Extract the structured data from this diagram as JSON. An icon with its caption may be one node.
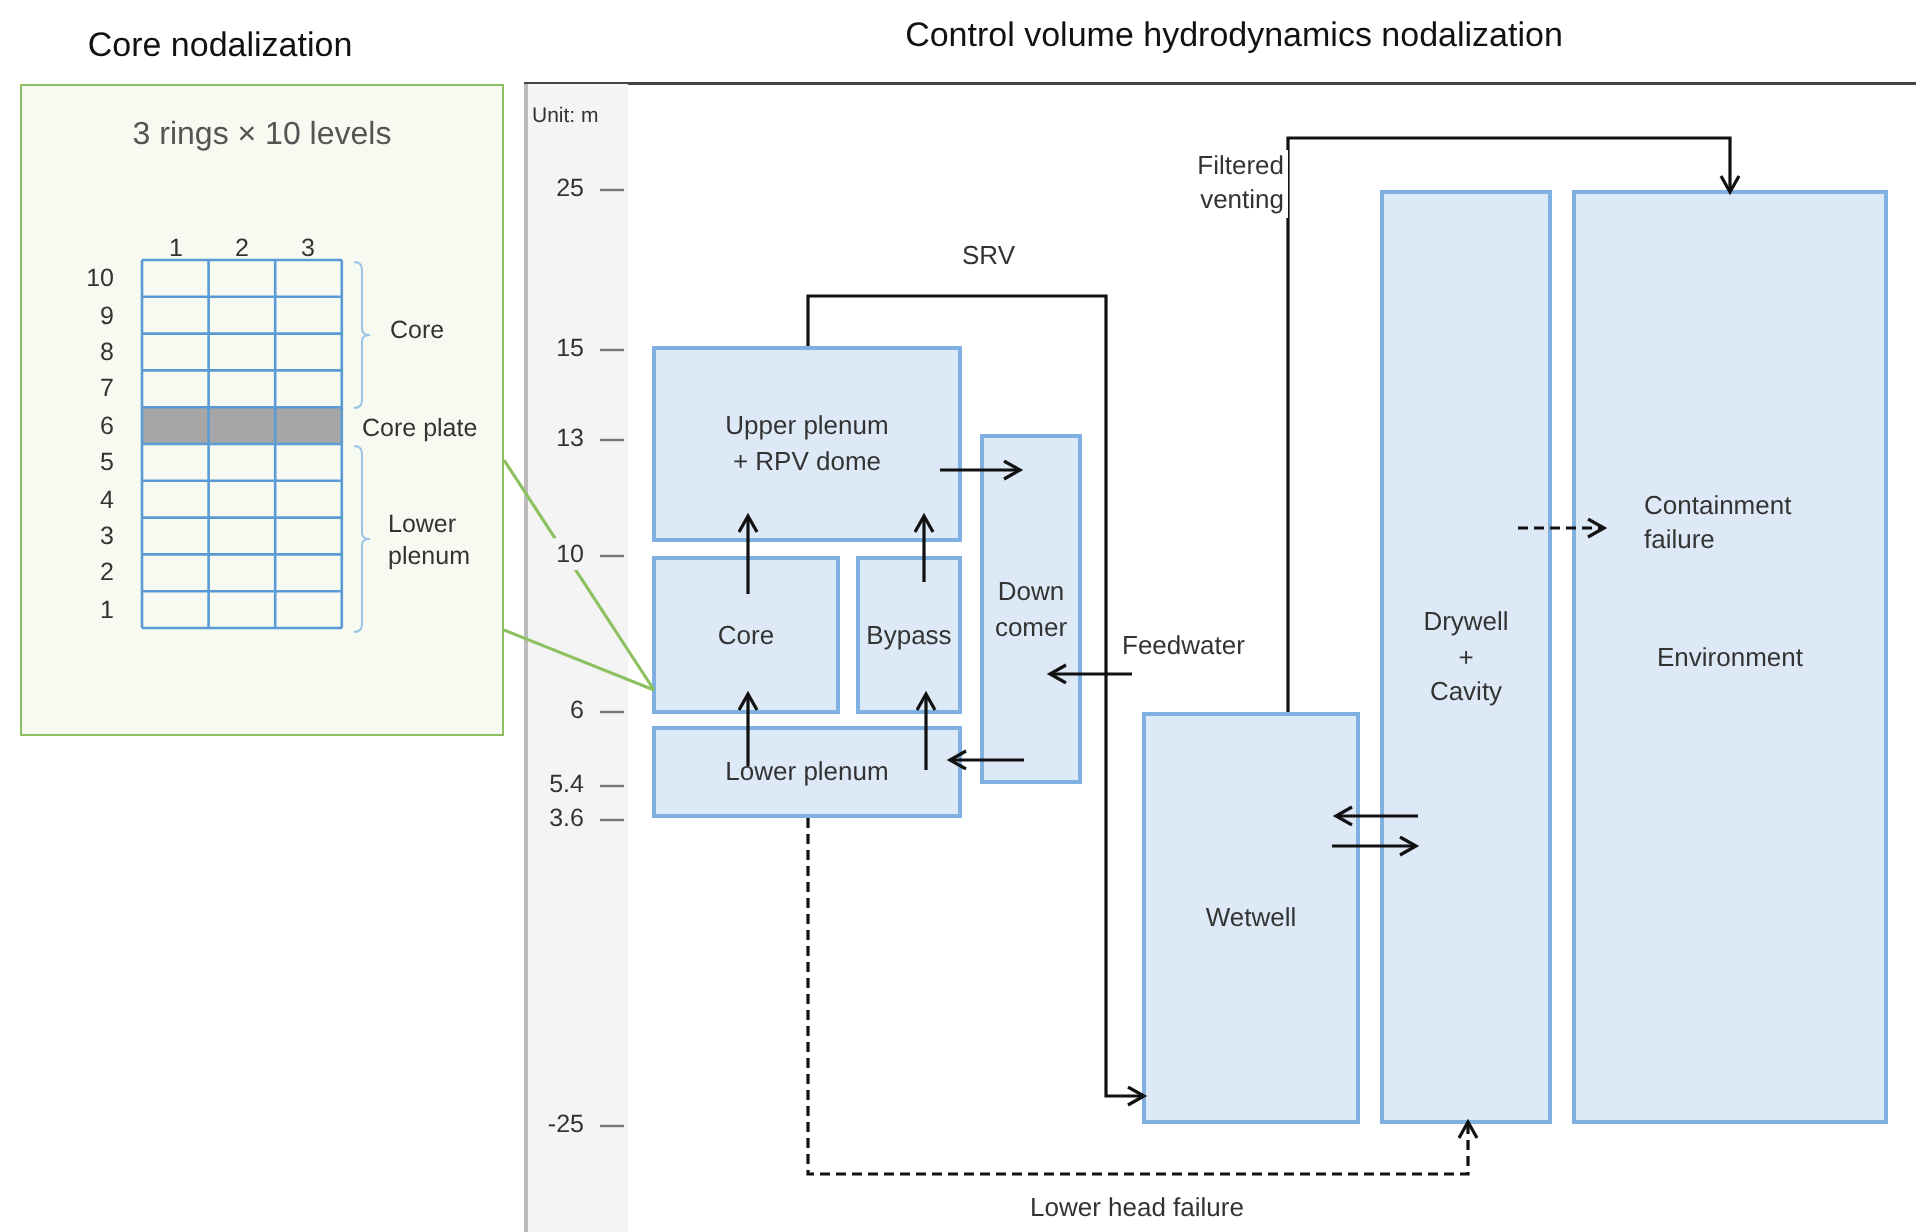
{
  "diagram": {
    "nodes": [
      {
        "text": [
          "Core nodalization",
          "3 rings × 10 levels"
        ]
      },
      {
        "text": [
          "Control volume hydrodynamics nodalization"
        ]
      },
      {
        "text": [
          "Upper plenum + RPV dome"
        ],
        "in": 1
      },
      {
        "text": [
          "Core"
        ],
        "in": 1
      },
      {
        "text": [
          "Bypass"
        ],
        "in": 1
      },
      {
        "text": [
          "Down comer"
        ],
        "in": 1
      },
      {
        "text": [
          "Lower plenum"
        ],
        "in": 1
      },
      {
        "text": [
          "Wetwell"
        ],
        "in": 1
      },
      {
        "text": [
          "Drywell + Cavity"
        ],
        "in": 1
      },
      {
        "text": [
          "Environment"
        ],
        "in": 1
      }
    ],
    "edges": [
      {
        "from": 3,
        "to": 2,
        "arrow": "to"
      },
      {
        "from": 4,
        "to": 2,
        "arrow": "to"
      },
      {
        "from": 6,
        "to": 3,
        "arrow": "to"
      },
      {
        "from": 6,
        "to": 4,
        "arrow": "to"
      },
      {
        "from": 2,
        "to": 5,
        "arrow": "to"
      },
      {
        "from": 5,
        "to": 6,
        "arrow": "to"
      },
      {
        "from": null,
        "to": 5,
        "arrow": "to",
        "label": "Feedwater"
      },
      {
        "from": 2,
        "to": 7,
        "arrow": "to",
        "label": "SRV"
      },
      {
        "from": 7,
        "to": 9,
        "arrow": "to",
        "label": "Filtered venting"
      },
      {
        "from": 8,
        "to": 7,
        "arrow": "to"
      },
      {
        "from": 7,
        "to": 8,
        "arrow": "to"
      },
      {
        "from": 8,
        "to": 9,
        "arrow": "to",
        "style": "dashed",
        "label": "Containment failure"
      },
      {
        "from": 6,
        "to": 8,
        "arrow": "to",
        "style": "dashed",
        "label": "Lower head failure"
      },
      {
        "from": 0,
        "to": 3,
        "arrow": "none",
        "color": "#8cc060"
      }
    ],
    "labels": [
      "1",
      "2",
      "3",
      "10",
      "9",
      "8",
      "7",
      "6",
      "5",
      "4",
      "3",
      "2",
      "1",
      "Core",
      "Core plate",
      "Lower plenum",
      "Unit: m",
      "25",
      "15",
      "13",
      "10",
      "6",
      "5.4",
      "3.6",
      "-25"
    ]
  }
}
